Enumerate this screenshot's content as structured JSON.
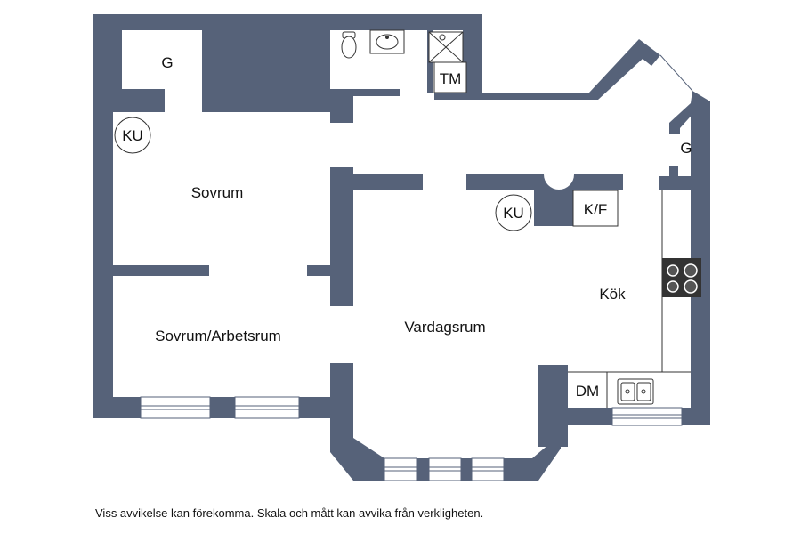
{
  "colors": {
    "wall": "#566279",
    "floor": "#ffffff",
    "line": "#333333"
  },
  "rooms": {
    "sovrum": "Sovrum",
    "sovrum_arbetsrum": "Sovrum/Arbetsrum",
    "vardagsrum": "Vardagsrum",
    "kok": "Kök"
  },
  "fixtures": {
    "g_bedroom": "G",
    "g_hall": "G",
    "ku_bedroom": "KU",
    "ku_living": "KU",
    "tm": "TM",
    "kf": "K/F",
    "dm": "DM"
  },
  "icons": [
    "toilet-icon",
    "washbasin-icon",
    "shower-icon",
    "stove-icon",
    "sink-icon",
    "window-icon"
  ],
  "disclaimer": "Viss avvikelse kan förekomma. Skala och mått kan avvika från verkligheten."
}
